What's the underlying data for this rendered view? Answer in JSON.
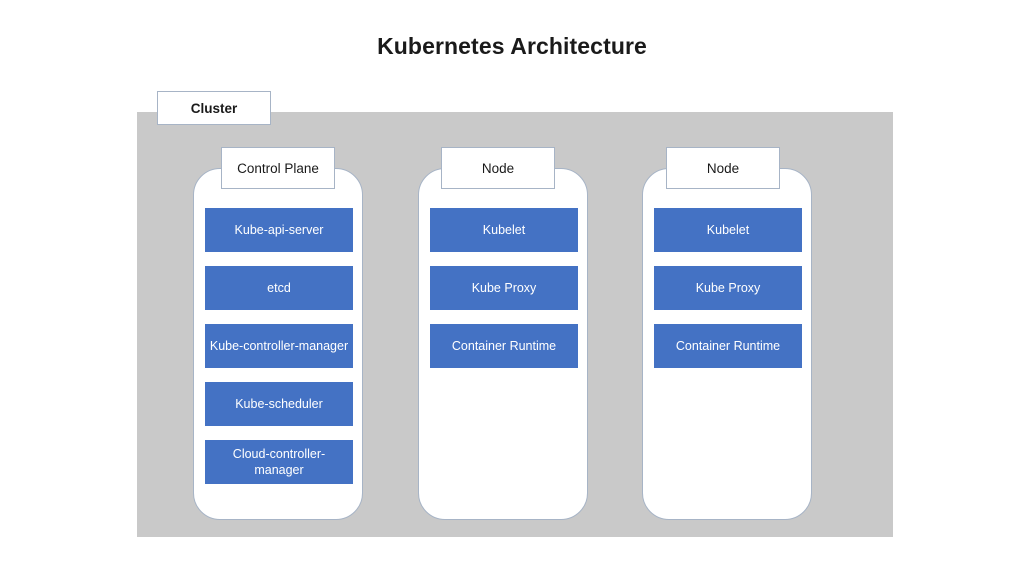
{
  "title": "Kubernetes Architecture",
  "cluster": {
    "label": "Cluster"
  },
  "colors": {
    "component_fill": "#4472C4",
    "component_text": "#FFFFFF",
    "cluster_background": "#C9C9C9",
    "box_border": "#A7B4C6",
    "pod_background": "#FFFFFF",
    "title_text": "#1A1A1A"
  },
  "groups": [
    {
      "label": "Control Plane",
      "components": [
        {
          "label": "Kube-api-server"
        },
        {
          "label": "etcd"
        },
        {
          "label": "Kube-controller-manager"
        },
        {
          "label": "Kube-scheduler"
        },
        {
          "label": "Cloud-controller-manager"
        }
      ]
    },
    {
      "label": "Node",
      "components": [
        {
          "label": "Kubelet"
        },
        {
          "label": "Kube Proxy"
        },
        {
          "label": "Container Runtime"
        }
      ]
    },
    {
      "label": "Node",
      "components": [
        {
          "label": "Kubelet"
        },
        {
          "label": "Kube Proxy"
        },
        {
          "label": "Container Runtime"
        }
      ]
    }
  ]
}
